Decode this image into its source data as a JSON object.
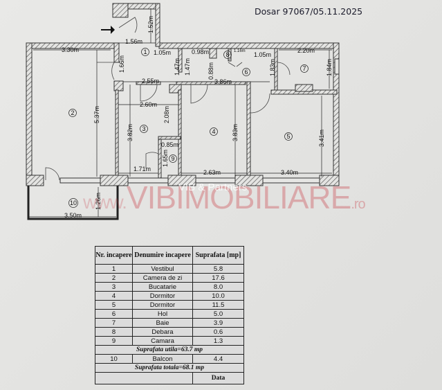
{
  "header": {
    "dosar": "Dosar 97067/05.11.2025"
  },
  "watermark": {
    "brand_prefix": "www.",
    "brand": "VIBIMOBILIARE",
    "brand_suffix": ".ro",
    "partner": "VIB & Partners"
  },
  "rooms": {
    "r1": "1",
    "r2": "2",
    "r3": "3",
    "r4": "4",
    "r5": "5",
    "r6": "6",
    "r7": "7",
    "r8": "8",
    "r9": "9",
    "r10": "10"
  },
  "dims": {
    "d1": "1.52m",
    "d2": "1.56m",
    "d3": "1.05m",
    "d4": "3.30m",
    "d5": "1.66m",
    "d6": "1.47m",
    "d7": "1.47m",
    "d8": "0.98m",
    "d9": "1.16m",
    "d10": "1.05m",
    "d11": "0.88m",
    "d12": "1.83m",
    "d13": "2.20m",
    "d14": "1.84m",
    "d15": "2.55m",
    "d16": "3.86m",
    "d17": "2.60m",
    "d18": "2.08m",
    "d19": "3.82m",
    "d20": "5.37m",
    "d21": "3.83m",
    "d22": "3.41m",
    "d23": "0.85m",
    "d24": "1.65m",
    "d25": "1.71m",
    "d26": "2.63m",
    "d27": "3.40m",
    "d28": "1.26m",
    "d29": "3.50m"
  },
  "table": {
    "headers": [
      "Nr. incapere",
      "Denumire incapere",
      "Suprafata [mp]"
    ],
    "rows": [
      [
        "1",
        "Vestibul",
        "5.8"
      ],
      [
        "2",
        "Camera de zi",
        "17.6"
      ],
      [
        "3",
        "Bucatarie",
        "8.0"
      ],
      [
        "4",
        "Dormitor",
        "10.0"
      ],
      [
        "5",
        "Dormitor",
        "11.5"
      ],
      [
        "6",
        "Hol",
        "5.0"
      ],
      [
        "7",
        "Baie",
        "3.9"
      ],
      [
        "8",
        "Debara",
        "0.6"
      ],
      [
        "9",
        "Camara",
        "1.3"
      ]
    ],
    "utila": "Suprafata utila=63.7 mp",
    "balcon": [
      "10",
      "Balcon",
      "4.4"
    ],
    "totala": "Suprafata totala=68.1 mp",
    "data_label": "Data"
  }
}
